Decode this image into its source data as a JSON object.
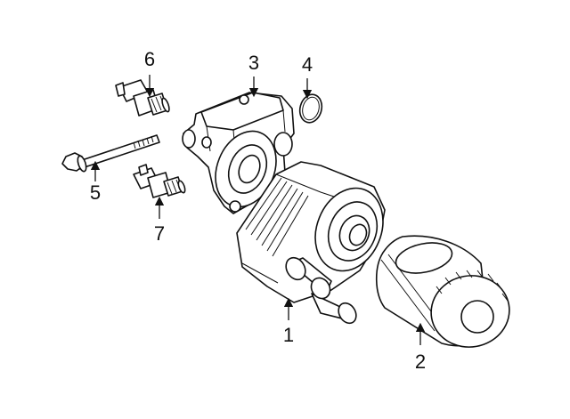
{
  "callouts": [
    {
      "id": "oil-cooler",
      "number": "1"
    },
    {
      "id": "oil-filter",
      "number": "2"
    },
    {
      "id": "adapter-housing",
      "number": "3"
    },
    {
      "id": "o-ring",
      "number": "4"
    },
    {
      "id": "bolt",
      "number": "5"
    },
    {
      "id": "pressure-switch",
      "number": "6"
    },
    {
      "id": "temp-sensor",
      "number": "7"
    }
  ],
  "colors": {
    "line": "#111111",
    "background": "#ffffff"
  }
}
